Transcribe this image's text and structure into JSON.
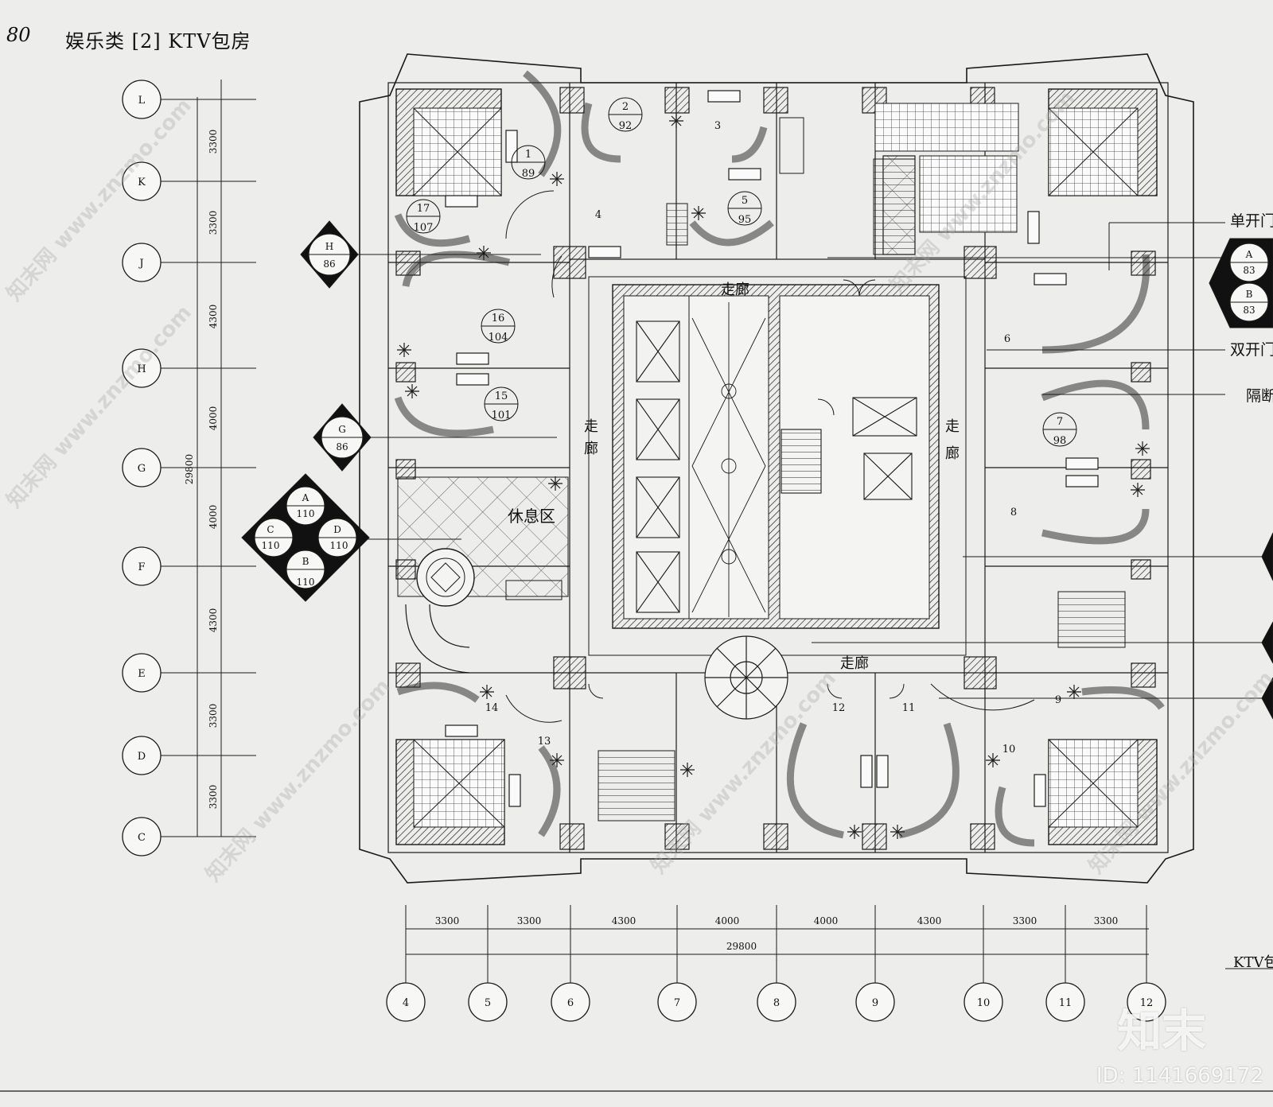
{
  "header": {
    "page_number": "80",
    "title": "娱乐类 [2] KTV包房"
  },
  "watermark": {
    "brand": "知末",
    "id": "ID: 1141669172",
    "text": "知末网 www.znzmo.com"
  },
  "axes": {
    "left_letters": [
      "L",
      "K",
      "J",
      "H",
      "G",
      "F",
      "E",
      "D",
      "C"
    ],
    "left_dims": [
      "3300",
      "3300",
      "4300",
      "4000",
      "4000",
      "4300",
      "3300",
      "3300"
    ],
    "left_total": "29800",
    "bottom_numbers": [
      "4",
      "5",
      "6",
      "7",
      "8",
      "9",
      "10",
      "11",
      "12"
    ],
    "bottom_dims": [
      "3300",
      "3300",
      "4300",
      "4000",
      "4000",
      "4300",
      "3300",
      "3300"
    ],
    "bottom_total": "29800"
  },
  "elevation_markers": {
    "h": {
      "letter": "H",
      "sheet": "86"
    },
    "g": {
      "letter": "G",
      "sheet": "86"
    },
    "quad": {
      "a": {
        "letter": "A",
        "sheet": "110"
      },
      "b": {
        "letter": "B",
        "sheet": "110"
      },
      "c": {
        "letter": "C",
        "sheet": "110"
      },
      "d": {
        "letter": "D",
        "sheet": "110"
      }
    },
    "right": {
      "a": {
        "letter": "A",
        "sheet": "83"
      },
      "b": {
        "letter": "B",
        "sheet": "83"
      }
    }
  },
  "labels": {
    "corridor": "走廊",
    "corridor_char1": "走",
    "corridor_char2": "廊",
    "lounge": "休息区",
    "single_door": "单开门",
    "double_door": "双开门",
    "partition": "隔断",
    "caption": "KTV包房"
  },
  "rooms": [
    {
      "num": "1",
      "ref": "89"
    },
    {
      "num": "2",
      "ref": "92"
    },
    {
      "num": "3",
      "ref": ""
    },
    {
      "num": "4",
      "ref": ""
    },
    {
      "num": "5",
      "ref": "95"
    },
    {
      "num": "6",
      "ref": ""
    },
    {
      "num": "7",
      "ref": "98"
    },
    {
      "num": "8",
      "ref": ""
    },
    {
      "num": "9",
      "ref": ""
    },
    {
      "num": "10",
      "ref": ""
    },
    {
      "num": "11",
      "ref": ""
    },
    {
      "num": "12",
      "ref": ""
    },
    {
      "num": "13",
      "ref": ""
    },
    {
      "num": "14",
      "ref": ""
    },
    {
      "num": "15",
      "ref": "101"
    },
    {
      "num": "16",
      "ref": "104"
    },
    {
      "num": "17",
      "ref": "107"
    }
  ]
}
